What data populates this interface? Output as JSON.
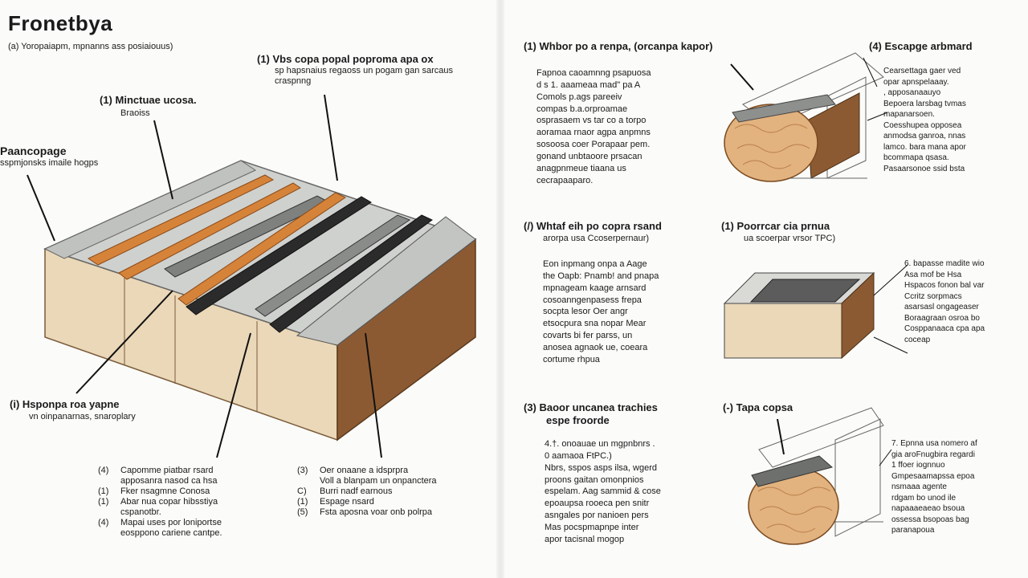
{
  "left": {
    "title": "Fronetbya",
    "subtitle": "(a) Yoropaiapm, mpnanns ass posiaiouus)",
    "labels": {
      "top_center_head": "(1) Vbs copa popal poproma apa ox",
      "top_center_sub": "sp hapsnaius regaoss un pogam gan sarcaus craspnng",
      "mid_head": "(1) Minctuae ucosa.",
      "mid_sub": "Braoiss",
      "left_head": "Paancopage",
      "left_sub": "sspmjonsks imaile hogps",
      "bottom_left_head": "(i) Hsponpa roa yapne",
      "bottom_left_sub": "vn oinpanarnas, snaroplary"
    },
    "notes_left": [
      {
        "num": "(4)",
        "text": "Capomme piatbar rsard",
        "sub": "apposanra nasod ca hsa"
      },
      {
        "num": "(1)",
        "text": "Fker nsagmne Conosa",
        "sub": ""
      },
      {
        "num": "(1)",
        "text": "Abar nua copar hibsstiya",
        "sub": "cspanotbr."
      },
      {
        "num": "(4)",
        "text": "Mapai uses por loniportse",
        "sub": "eosppono cariene cantpe."
      }
    ],
    "notes_right": [
      {
        "num": "(3)",
        "text": "Oer onaane a idsprpra",
        "sub": "Voll a blanpam un onpanctera"
      },
      {
        "num": "C)",
        "text": "Burri nadf earnous",
        "sub": ""
      },
      {
        "num": "(1)",
        "text": "Espage nsard",
        "sub": ""
      },
      {
        "num": "(5)",
        "text": "Fsta aposna voar onb polrpa",
        "sub": ""
      }
    ]
  },
  "right": {
    "s1": {
      "head": "(1) Whbor po a renpa, (orcanpa kapor)",
      "body": "Fapnoa caoamnng psapuosa\nd s 1. aaameaa mad\" pa A\nComols p.ags pareeiv\ncompas b.a.orproamae\nosprasaem vs tar co a torpo\naoramaa rnaor agpa anpmns\nsosoosa coer Porapaar pem.\ngonand unbtaoore prsacan\nanagpnmeue tiaana us\ncecrapaaparo.",
      "callout_head": "(4) Escapge arbmard",
      "callout": "Cearsettaga gaer ved\nopar apnspelaaay.\n, apposanaauyo\nBepoera larsbag tvmas\nmapanarsoen.\nCoesshupea opposea\nanmodsa ganroa, nnas\nlamco. bara mana apor\nbcommapa qsasa.\nPasaarsonoe ssid bsta"
    },
    "s2": {
      "head": "(/) Whtaf eih po copra rsand",
      "sub": "arorpa usa Ccoserpernaur)",
      "body": "Eon inpmang onpa a Aage\nthe Oapb: Pnamb! and pnapa\nmpnageam kaage arnsard\ncosoanngenpasess frepa\nsocpta lesor Oer angr\netsocpura sna nopar Mear\ncovarts bi fer parss, un\nanosea agnaok ue, coeara\ncortume rhpua",
      "mid_head": "(1) Poorrcar cia prnua",
      "mid_sub": "ua scoerpar vrsor TPC)",
      "callout": "6. bapasse madite wio\nAsa mof be Hsa\nHspacos fonon bal var\nCcritz sorpmacs\nasarsasl ongageaser\nBoraagraan osroa bo\nCosppanaaca cpa apa\ncoceap"
    },
    "s3": {
      "head": "(3) Baoor uncanea trachies",
      "sub": "espe froorde",
      "body": "4.†. onoauae un mgpnbnrs .\n0 aamaoa FtPC.)\nNbrs, sspos asps ilsa, wgerd\nproons gaitan omonpnios\nespelam. Aag sammid & cose\nepoaupsa rooeca pen snitr\nasngales por nanioen pers\nMas pocspmapnpe inter\napor tacisnal mogop",
      "mid_head": "(-) Tapa copsa",
      "callout": "7. Epnna usa nomero af\ngia aroFnugbira regardi\n1 ffoer iognnuo\nGmpesaamapssa epoa\nnsmaaa agente\nrdgam bo unod ile\nnapaaaeaeao bsoua\nossessa bsopoas bag\nparanapoua"
    }
  },
  "colors": {
    "slab": "#c9cbc8",
    "concrete": "#ead8b8",
    "brown": "#8c5a32",
    "orange": "#d6833a",
    "rubber": "#2b2b2b",
    "wood": "#e2b27f"
  }
}
